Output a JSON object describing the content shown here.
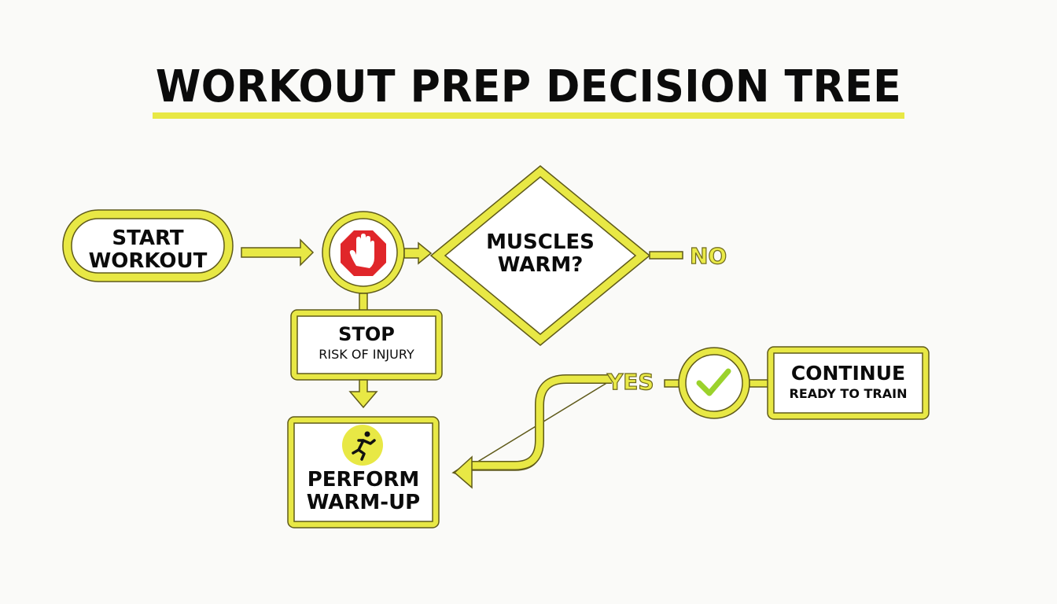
{
  "title": "WORKOUT PREP DECISION TREE",
  "colors": {
    "accent": "#e8e845",
    "outline": "#5f5a1a",
    "stop_red": "#e0262a",
    "check_green": "#9bd22c",
    "text": "#0b0b0b",
    "background": "#fafaf8"
  },
  "nodes": {
    "start": {
      "line1": "START",
      "line2": "WORKOUT",
      "shape": "pill"
    },
    "stop_icon": {
      "icon": "stop-hand-icon",
      "shape": "circle"
    },
    "decision": {
      "line1": "MUSCLES",
      "line2": "WARM?",
      "shape": "diamond"
    },
    "stop": {
      "title": "STOP",
      "subtitle": "RISK OF INJURY",
      "shape": "rectangle"
    },
    "warmup": {
      "icon": "running-person-icon",
      "line1": "PERFORM",
      "line2": "WARM-UP",
      "shape": "rectangle"
    },
    "check_icon": {
      "icon": "checkmark-icon",
      "shape": "circle"
    },
    "continue": {
      "title": "CONTINUE",
      "subtitle": "READY TO TRAIN",
      "shape": "rectangle"
    }
  },
  "edges": {
    "no_label": "NO",
    "yes_label": "YES"
  }
}
